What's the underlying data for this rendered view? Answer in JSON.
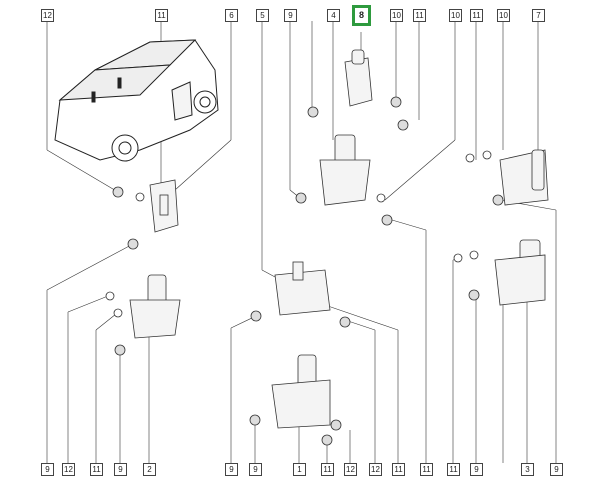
{
  "callouts": {
    "top": [
      "12",
      "11",
      "6",
      "5",
      "9",
      "4",
      "8",
      "10",
      "11",
      "10",
      "11",
      "10",
      "7"
    ],
    "bottom": [
      "9",
      "12",
      "11",
      "9",
      "2",
      "9",
      "9",
      "1",
      "11",
      "12",
      "12",
      "11",
      "11",
      "11",
      "9",
      "3",
      "9"
    ]
  },
  "highlighted_callout": "8",
  "colors": {
    "line": "#333333",
    "highlight": "#2e9a3e",
    "part_fill": "#f4f4f4"
  },
  "icons": [
    "car-illustration",
    "hinge-part",
    "nut",
    "washer"
  ]
}
